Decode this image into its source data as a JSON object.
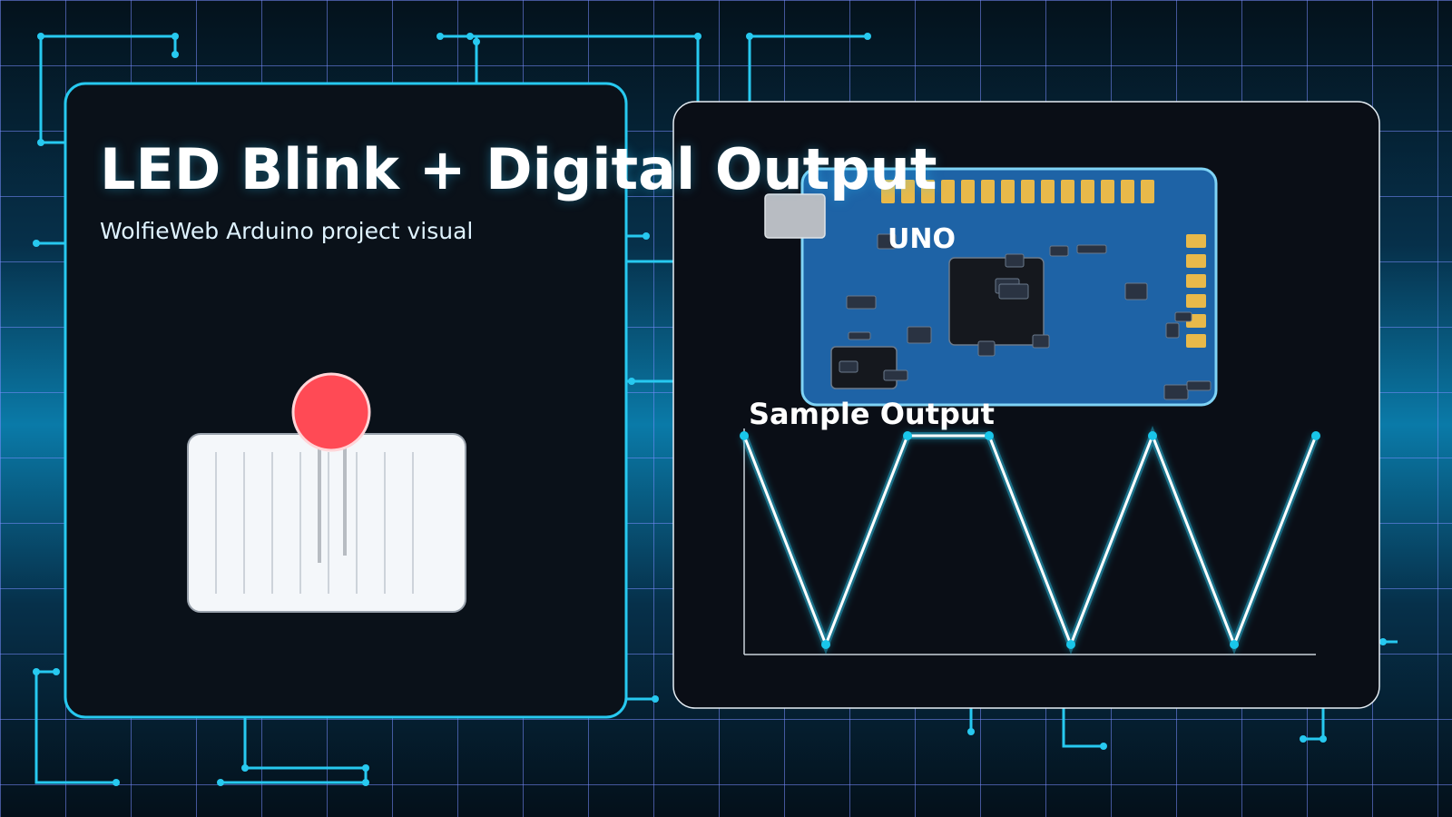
{
  "title": "LED Blink + Digital Output",
  "subtitle": "WolfieWeb Arduino project visual",
  "board": {
    "label": "UNO"
  },
  "chart_data": {
    "type": "line",
    "title": "Sample Output",
    "xlabel": "",
    "ylabel": "",
    "x": [
      0,
      1,
      2,
      3,
      4,
      5,
      6,
      7
    ],
    "series": [
      {
        "values": [
          1,
          0,
          1,
          1,
          0,
          1,
          0,
          1
        ]
      }
    ],
    "ylim": [
      0,
      1
    ],
    "grid": false
  },
  "colors": {
    "accent": "#27c9f0",
    "node": "#19c6ea",
    "led": "#ff4a55",
    "board": "#1e63a6",
    "header_pins": "#e8b94a",
    "card": "#0a1119"
  }
}
